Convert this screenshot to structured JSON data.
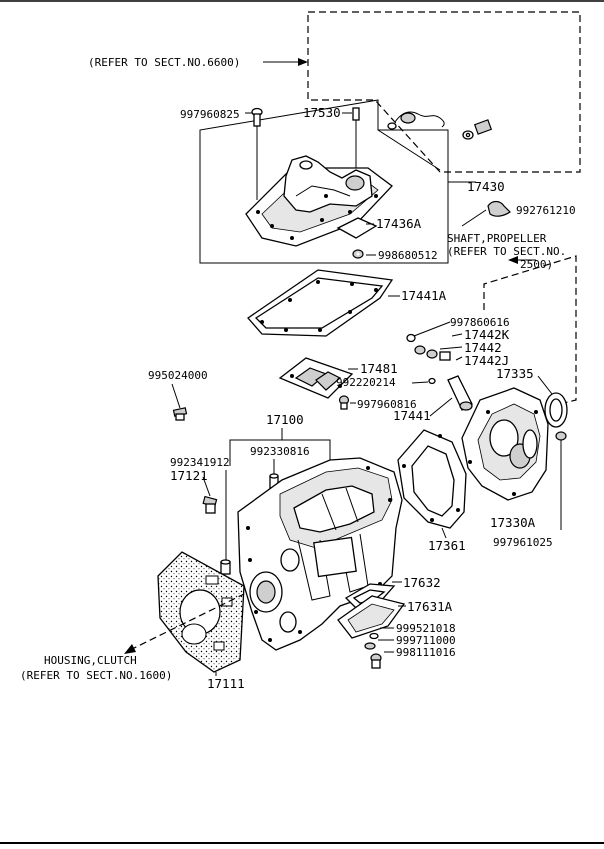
{
  "refs": {
    "sect_6600": "(REFER TO SECT.NO.6600)",
    "shaft_line1": "SHAFT,PROPELLER",
    "shaft_line2": "(REFER TO SECT.NO.",
    "shaft_line3": "2500)",
    "housing_line1": "HOUSING,CLUTCH",
    "housing_line2": "(REFER TO SECT.NO.1600)"
  },
  "parts": {
    "p997960825": "997960825",
    "p17530": "17530",
    "p17430": "17430",
    "p17436A": "17436A",
    "p992761210": "992761210",
    "p998680512": "998680512",
    "p17441A": "17441A",
    "p997860616": "997860616",
    "p17442K": "17442K",
    "p17442": "17442",
    "p17442J": "17442J",
    "p17481": "17481",
    "p995024000": "995024000",
    "p992220214": "992220214",
    "p17335": "17335",
    "p997960816": "997960816",
    "p17441": "17441",
    "p17100": "17100",
    "p992330816": "992330816",
    "p992341912": "992341912",
    "p17121": "17121",
    "p17330A": "17330A",
    "p997961025": "997961025",
    "p17361": "17361",
    "p17632": "17632",
    "p17631A": "17631A",
    "p999521018": "999521018",
    "p999711000": "999711000",
    "p998111016": "998111016",
    "p17111": "17111"
  }
}
